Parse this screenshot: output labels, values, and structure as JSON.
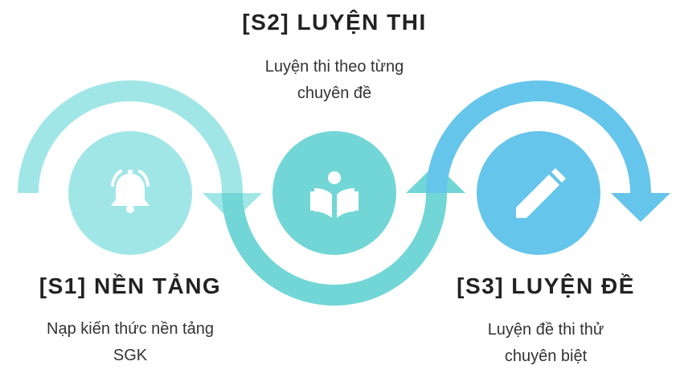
{
  "stages": [
    {
      "title": "[S1] NỀN TẢNG",
      "desc_lines": [
        "Nạp kiến thức nền tảng",
        "SGK"
      ],
      "icon": "bell-icon",
      "color": "#a1e6e6"
    },
    {
      "title": "[S2] LUYỆN THI",
      "desc_lines": [
        "Luyện thi theo từng",
        "chuyên đề"
      ],
      "icon": "open-book-reader-icon",
      "color": "#72d6d6"
    },
    {
      "title": "[S3] LUYỆN ĐỀ",
      "desc_lines": [
        "Luyện đề thi thử",
        "chuyên biệt"
      ],
      "icon": "pencil-icon",
      "color": "#66c5eb"
    }
  ]
}
